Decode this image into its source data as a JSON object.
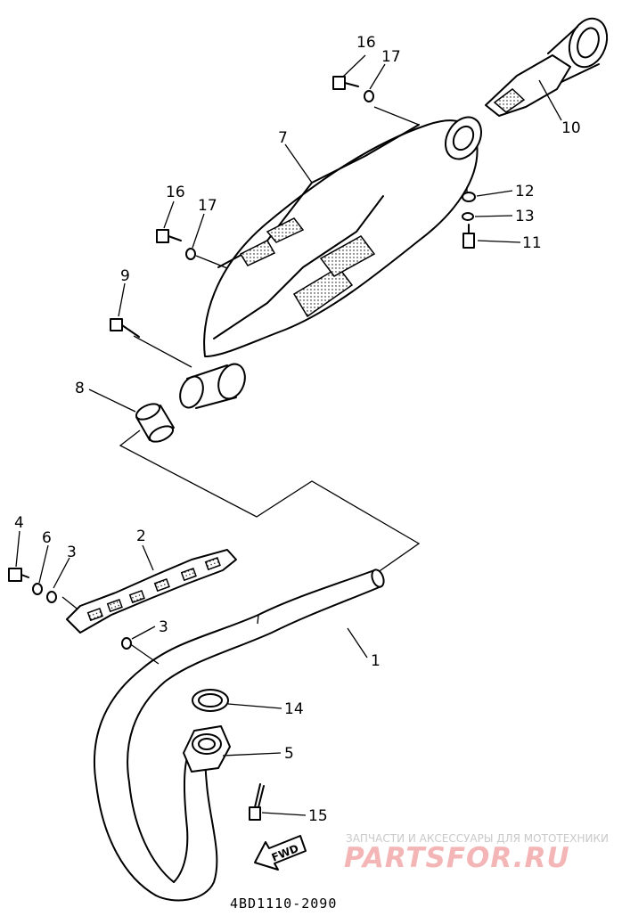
{
  "callouts": {
    "c1": "1",
    "c2": "2",
    "c3a": "3",
    "c3b": "3",
    "c4": "4",
    "c5": "5",
    "c6": "6",
    "c7": "7",
    "c8": "8",
    "c9": "9",
    "c10": "10",
    "c11": "11",
    "c12": "12",
    "c13": "13",
    "c14": "14",
    "c15": "15",
    "c16a": "16",
    "c16b": "16",
    "c17a": "17",
    "c17b": "17"
  },
  "direction_arrow": "FWD",
  "diagram_code": "4BD1110-2090",
  "watermark": {
    "caption": "ЗАПЧАСТИ И АКСЕССУАРЫ ДЛЯ МОТОТЕХНИКИ",
    "brand": "PARTSFOR.RU"
  }
}
